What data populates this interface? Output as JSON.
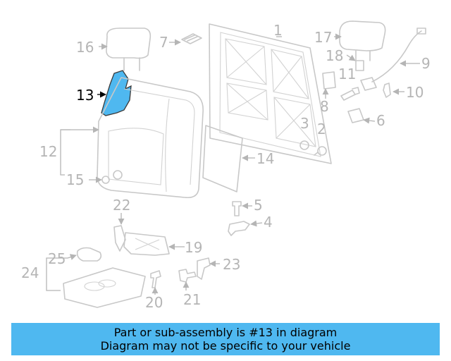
{
  "highlight_color": "#4fb8f0",
  "callouts": {
    "c1": "1",
    "c2": "2",
    "c3": "3",
    "c4": "4",
    "c5": "5",
    "c6": "6",
    "c7": "7",
    "c8": "8",
    "c9": "9",
    "c10": "10",
    "c11": "11",
    "c12": "12",
    "c13": "13",
    "c14": "14",
    "c15": "15",
    "c16": "16",
    "c17": "17",
    "c18": "18",
    "c19": "19",
    "c20": "20",
    "c21": "21",
    "c22": "22",
    "c23": "23",
    "c24": "24",
    "c25": "25"
  },
  "banner": {
    "line1": "Part or sub-assembly is #13 in diagram",
    "line2": "Diagram may not be specific to your vehicle"
  }
}
